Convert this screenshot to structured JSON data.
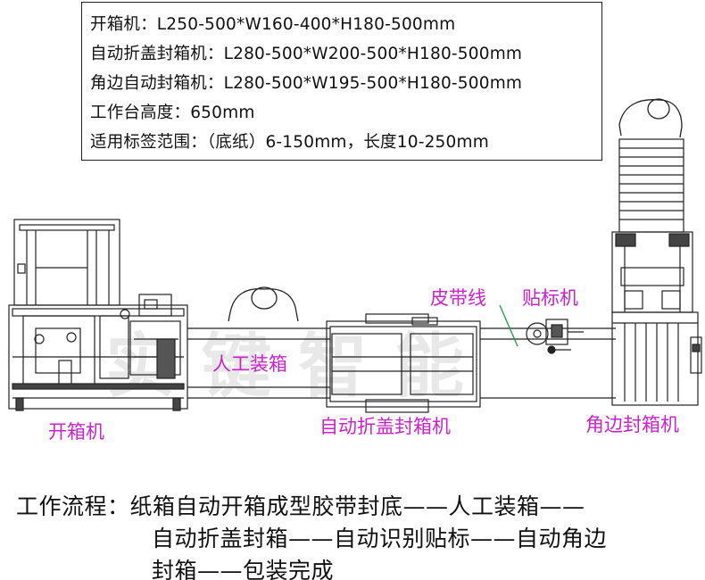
{
  "specs": [
    "开箱机：L250-500*W160-400*H180-500mm",
    "自动折盖封箱机：L280-500*W200-500*H180-500mm",
    "角边自动封箱机：L280-500*W195-500*H180-500mm",
    "工作台高度：650mm",
    "适用标签范围：（底纸）6-150mm，长度10-250mm"
  ],
  "labels": {
    "unpacker": "开箱机",
    "manual_packing": "人工装箱",
    "belt_line": "皮带线",
    "labeler": "贴标机",
    "folding_sealer": "自动折盖封箱机",
    "corner_sealer": "角边封箱机"
  },
  "watermark": "实键智能",
  "workflow": {
    "line1": "工作流程：纸箱自动开箱成型胶带封底——人工装箱——",
    "line2": "自动折盖封箱——自动识别贴标——自动角边",
    "line3": "封箱——包装完成"
  },
  "colors": {
    "label": "#cc22cc",
    "line": "#222222",
    "belt": "#2a9d4a"
  }
}
